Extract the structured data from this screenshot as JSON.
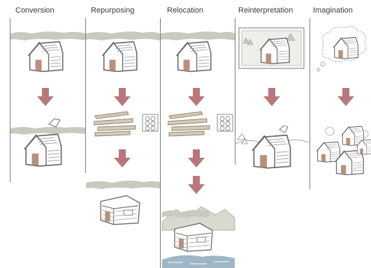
{
  "columns": [
    {
      "title": "Conversion"
    },
    {
      "title": "Repurposing"
    },
    {
      "title": "Relocation"
    },
    {
      "title": "Reinterpretation"
    },
    {
      "title": "Imagination"
    }
  ],
  "colors": {
    "arrow": "#b9777c",
    "tree_band": "#c9c9bd",
    "door": "#b9917a",
    "outline": "#6a6a6a",
    "water": "#9fb6c6"
  }
}
